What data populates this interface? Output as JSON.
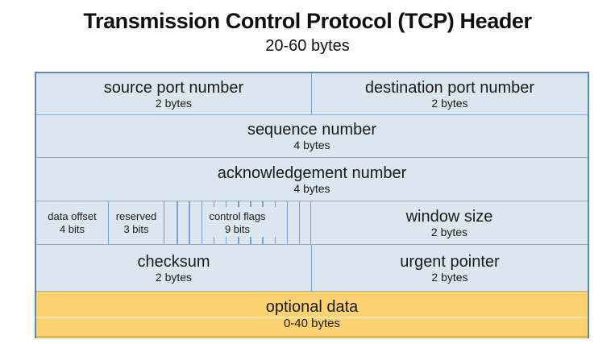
{
  "title": "Transmission Control Protocol (TCP) Header",
  "subtitle": "20-60 bytes",
  "colors": {
    "cell_background": "#dce6f1",
    "grid_border": "#7da0c4",
    "outer_border": "#5f88ae",
    "optional_data_background": "#fbd271",
    "text": "#1a1a1a"
  },
  "fields": {
    "source_port": {
      "label": "source port number",
      "size": "2 bytes"
    },
    "destination_port": {
      "label": "destination port number",
      "size": "2 bytes"
    },
    "sequence_number": {
      "label": "sequence number",
      "size": "4 bytes"
    },
    "acknowledgement_number": {
      "label": "acknowledgement number",
      "size": "4 bytes"
    },
    "data_offset": {
      "label": "data offset",
      "size": "4 bits"
    },
    "reserved": {
      "label": "reserved",
      "size": "3 bits"
    },
    "control_flags": {
      "label": "control flags",
      "size": "9 bits"
    },
    "window_size": {
      "label": "window size",
      "size": "2 bytes"
    },
    "checksum": {
      "label": "checksum",
      "size": "2 bytes"
    },
    "urgent_pointer": {
      "label": "urgent pointer",
      "size": "2 bytes"
    },
    "optional_data": {
      "label": "optional data",
      "size": "0-40 bytes"
    }
  }
}
